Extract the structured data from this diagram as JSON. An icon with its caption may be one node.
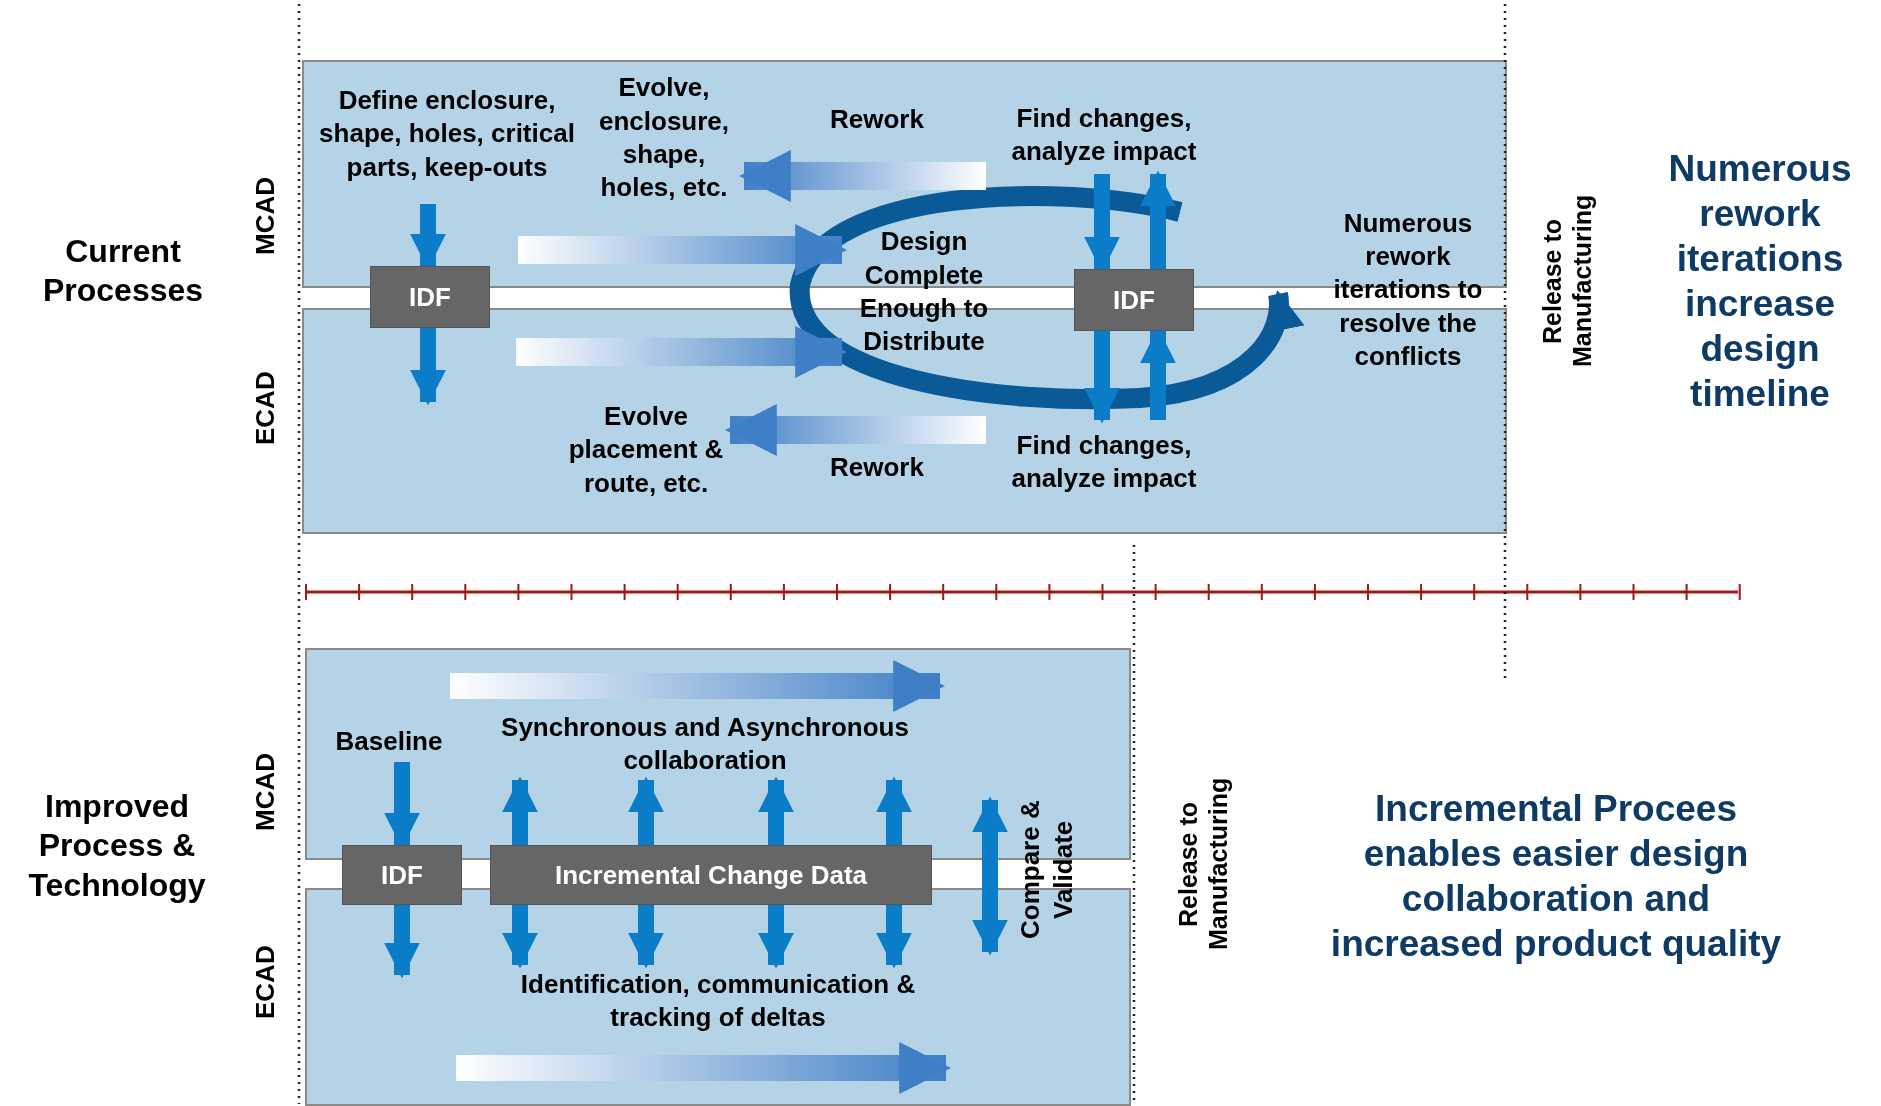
{
  "diagram": {
    "nodes": [
      {
        "text": [],
        "shape": "box"
      },
      {
        "text": [],
        "shape": "box"
      },
      {
        "text": [
          "Define enclosure, shape, holes, critical parts, keep-outs"
        ],
        "in": 0
      },
      {
        "text": [
          "Evolve, enclosure, shape, holes, etc."
        ],
        "in": 0
      },
      {
        "text": [
          "Find changes, analyze impact"
        ],
        "in": 0
      },
      {
        "text": [
          "IDF"
        ]
      },
      {
        "text": [
          "Design Complete Enough to Distribute"
        ]
      },
      {
        "text": [
          "IDF"
        ]
      },
      {
        "text": [
          "Numerous rework iterations to resolve the conflicts"
        ]
      },
      {
        "text": [
          "Evolve placement & route, etc."
        ],
        "in": 1
      },
      {
        "text": [
          "Find changes, analyze impact"
        ],
        "in": 1
      },
      {
        "text": [],
        "shape": "box"
      },
      {
        "text": [],
        "shape": "box"
      },
      {
        "text": [
          "Baseline"
        ],
        "in": 11
      },
      {
        "text": [
          "Synchronous and Asynchronous collaboration"
        ],
        "in": 11
      },
      {
        "text": [
          "IDF"
        ]
      },
      {
        "text": [
          "Incremental Change Data"
        ]
      },
      {
        "text": [
          "Compare & Validate"
        ]
      },
      {
        "text": [
          "Identification, communication & tracking of deltas"
        ],
        "in": 12
      }
    ],
    "edges": [
      {
        "from": 2,
        "to": 5,
        "arrow": "to"
      },
      {
        "from": 5,
        "to": null,
        "arrow": "to"
      },
      {
        "from": null,
        "to": 6,
        "arrow": "to",
        "style": "thick"
      },
      {
        "from": null,
        "to": 6,
        "arrow": "to",
        "style": "thick"
      },
      {
        "from": 4,
        "to": 3,
        "arrow": "to",
        "label": "Rework",
        "style": "thick"
      },
      {
        "from": 10,
        "to": 9,
        "arrow": "to",
        "label": "Rework",
        "style": "thick"
      },
      {
        "from": 4,
        "to": 7,
        "arrow": "to"
      },
      {
        "from": 7,
        "to": 10,
        "arrow": "to"
      },
      {
        "from": 10,
        "to": 7,
        "arrow": "to"
      },
      {
        "from": 7,
        "to": 4,
        "arrow": "to"
      },
      {
        "from": 13,
        "to": 15,
        "arrow": "to"
      },
      {
        "from": 15,
        "to": null,
        "arrow": "to"
      },
      {
        "from": 16,
        "to": 14,
        "arrow": "to"
      },
      {
        "from": 16,
        "to": 18,
        "arrow": "to"
      },
      {
        "from": 16,
        "to": 14,
        "arrow": "to"
      },
      {
        "from": 16,
        "to": 18,
        "arrow": "to"
      },
      {
        "from": 16,
        "to": 14,
        "arrow": "to"
      },
      {
        "from": 16,
        "to": 18,
        "arrow": "to"
      },
      {
        "from": 16,
        "to": 14,
        "arrow": "to"
      },
      {
        "from": 16,
        "to": 18,
        "arrow": "to"
      }
    ],
    "labels": [
      "Current Processes",
      "MCAD",
      "ECAD",
      "Release to Manufacturing",
      "Numerous rework iterations increase design timeline",
      "MCAD",
      "ECAD",
      "Improved Process & Technology",
      "Release to Manufacturing",
      "Incremental Procees enables easier design collaboration and increased product quality"
    ]
  }
}
